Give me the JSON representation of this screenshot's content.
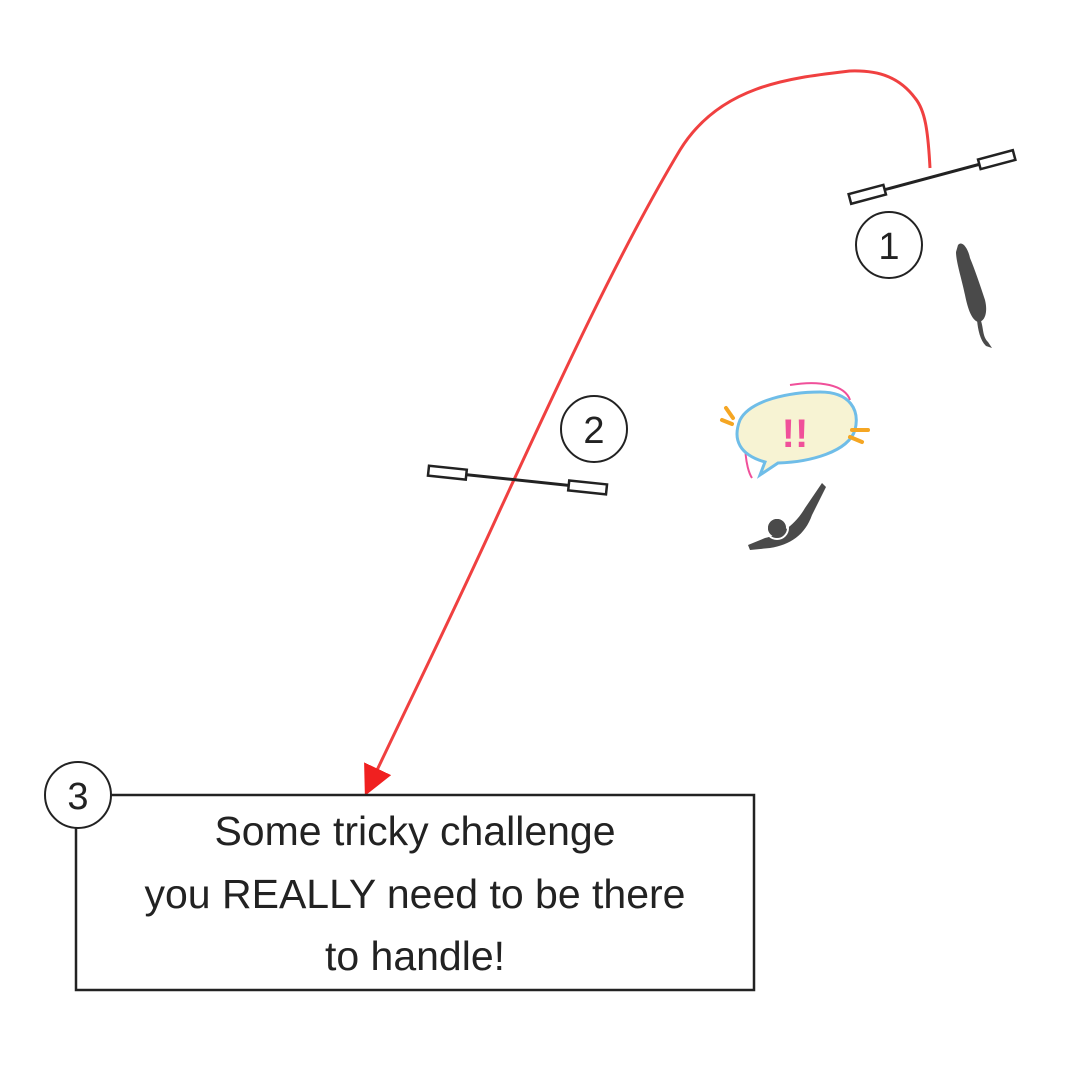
{
  "markers": [
    {
      "label": "1"
    },
    {
      "label": "2"
    },
    {
      "label": "3"
    }
  ],
  "challenge_box": {
    "lines": [
      "Some tricky challenge",
      "you REALLY need to be there",
      "to handle!"
    ]
  },
  "alert_bubble": {
    "text": "!!"
  },
  "colors": {
    "route": "#f04040",
    "bubble_fill": "#f7f3d3",
    "bubble_outline": "#6fbde8",
    "exclaim": "#f0509a",
    "accent": "#f5a623",
    "figure": "#4a4a4a"
  }
}
